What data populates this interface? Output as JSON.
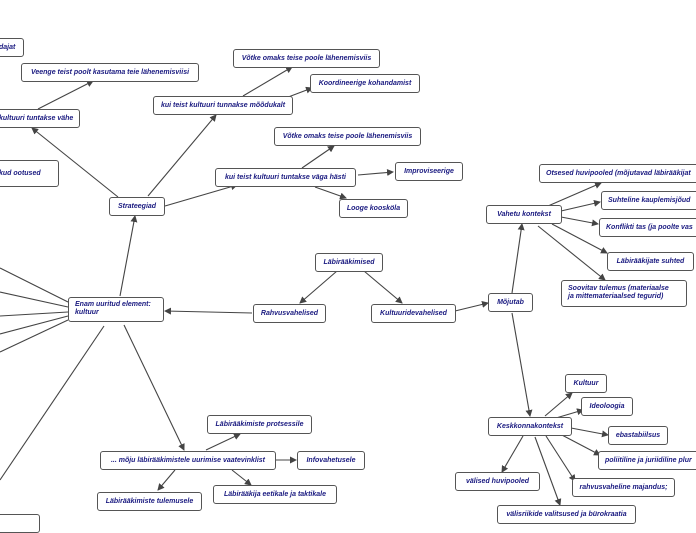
{
  "diagram": {
    "nodes": {
      "laabi": "Läbirääkimised",
      "enam": "Enam uuritud element:\nkultuur",
      "strat": "Strateegiad",
      "rahvus": "Rahvusvahelised",
      "kultuuri": "Kultuuridevahelised",
      "mojutab": "Mõjutab",
      "kui_mood": "kui teist kultuuri tunnakse mõõdukalt",
      "votke1": "Võtke omaks teise poole lähenemisviis",
      "koord": "Koordineerige kohandamist",
      "kui_hasti": "kui teist kultuuri tuntakse väga hästi",
      "votke2": "Võtke omaks teise poole lähenemisviis",
      "improv": "Improviseerige",
      "looge": "Looge koosköla",
      "vahe": "kultuuri tuntakse vähe",
      "veenge": "Veenge teist poolt kasutama teie lähenemisviisi",
      "dajat": "dajat",
      "ootused": "kud ootused",
      "vahetu": "Vahetu kontekst",
      "otsesed": "Otsesed huvipooled (mõjutavad läbirääkijat",
      "suhteline": "Suhteline kauplemisjõud",
      "konflikti": "Konflikti tas (ja poolte vas",
      "laabisuhted": "Läbirääkijate suhted",
      "soovitav": "Soovitav tulemus (materiaalse\nja mittemateriaalsed tegurid)",
      "keskkond": "Keskkonnakontekst",
      "kultuur": "Kultuur",
      "ideoloogia": "Ideoloogia",
      "ebastabiilsus": "ebastabiilsus",
      "poliitiline": "poliitiline ja juriidiline plur",
      "rahvusvaheline": "rahvusvaheline majandus;",
      "valised": "välised huvipooled",
      "valisriikide": "välisriikide valitsused ja bürokraatia",
      "mojub": "... mõju läbirääkimistele uurimise vaatevinklist",
      "protsessile": "Läbirääkimiste protsessile",
      "infovahetusele": "Infovahetusele",
      "tulemusele": "Läbirääkimiste tulemusele",
      "eetikale": "Läbirääkija eetikale ja taktikale"
    }
  }
}
